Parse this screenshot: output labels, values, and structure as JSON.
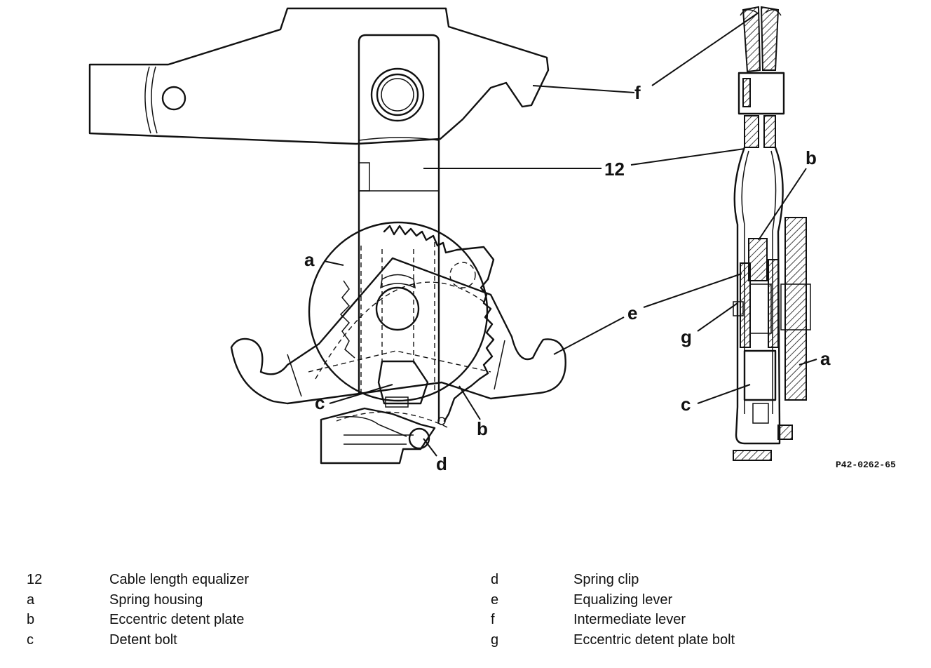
{
  "figure": {
    "reference": "P42-0262-65",
    "callouts": {
      "f": "f",
      "n12": "12",
      "a_front": "a",
      "e": "e",
      "c_front": "c",
      "b_front": "b",
      "d": "d",
      "b_side": "b",
      "g": "g",
      "a_side": "a",
      "c_side": "c"
    }
  },
  "legend": {
    "left": [
      {
        "key": "12",
        "label": "Cable length equalizer"
      },
      {
        "key": "a",
        "label": "Spring housing"
      },
      {
        "key": "b",
        "label": "Eccentric detent plate"
      },
      {
        "key": "c",
        "label": "Detent bolt"
      }
    ],
    "right": [
      {
        "key": "d",
        "label": "Spring clip"
      },
      {
        "key": "e",
        "label": "Equalizing lever"
      },
      {
        "key": "f",
        "label": "Intermediate lever"
      },
      {
        "key": "g",
        "label": "Eccentric detent plate bolt"
      }
    ]
  }
}
